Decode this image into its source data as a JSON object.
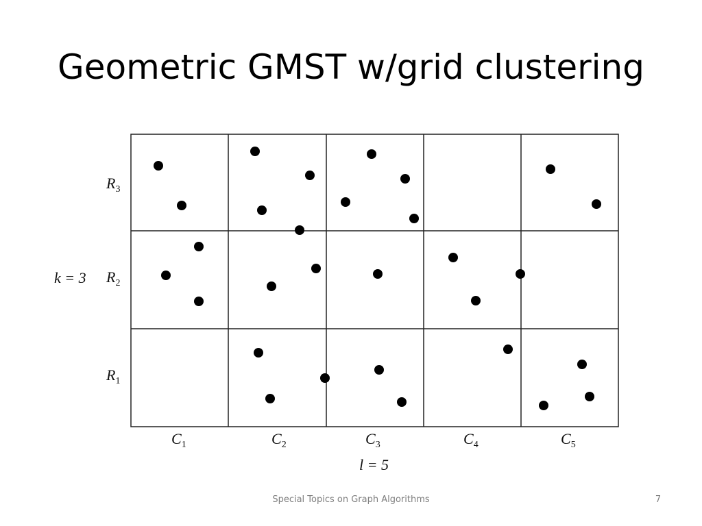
{
  "slide": {
    "title": "Geometric GMST w/grid clustering",
    "footer": "Special Topics on Graph Algorithms",
    "page_number": "7"
  },
  "grid": {
    "rows": [
      {
        "base": "R",
        "sub": "3"
      },
      {
        "base": "R",
        "sub": "2"
      },
      {
        "base": "R",
        "sub": "1"
      }
    ],
    "columns": [
      {
        "base": "C",
        "sub": "1"
      },
      {
        "base": "C",
        "sub": "2"
      },
      {
        "base": "C",
        "sub": "3"
      },
      {
        "base": "C",
        "sub": "4"
      },
      {
        "base": "C",
        "sub": "5"
      }
    ],
    "k_label": "k = 3",
    "l_label": "l = 5",
    "points_by_cell": {
      "R3": [
        2,
        4,
        4,
        0,
        2
      ],
      "R2": [
        3,
        2,
        1,
        3,
        0
      ],
      "R1": [
        0,
        3,
        2,
        1,
        3
      ]
    }
  },
  "colors": {
    "text": "#000000",
    "footer": "#7f7f7f",
    "grid_line": "#222222",
    "point": "#000000"
  }
}
